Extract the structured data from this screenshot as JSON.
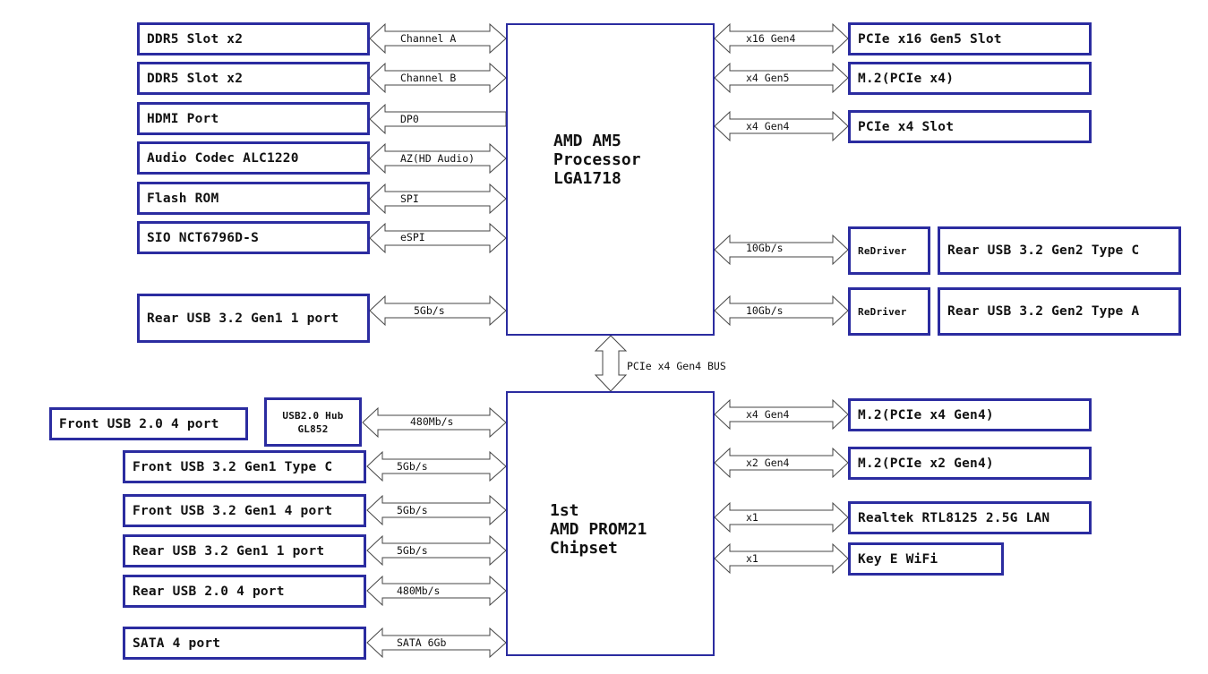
{
  "cpu": {
    "line1": "AMD AM5",
    "line2": "Processor",
    "line3": "LGA1718"
  },
  "chipset": {
    "line1": "1st",
    "line2": "AMD PROM21",
    "line3": "Chipset"
  },
  "bus_label": "PCIe x4 Gen4 BUS",
  "cpu_left": [
    {
      "box": "DDR5 Slot x2",
      "link": "Channel A"
    },
    {
      "box": "DDR5 Slot x2",
      "link": "Channel B"
    },
    {
      "box": "HDMI Port",
      "link": "DP0"
    },
    {
      "box": "Audio Codec ALC1220",
      "link": "AZ(HD Audio)"
    },
    {
      "box": "Flash ROM",
      "link": "SPI"
    },
    {
      "box": "SIO NCT6796D-S",
      "link": "eSPI"
    },
    {
      "box": "Rear USB 3.2 Gen1 1 port",
      "link": "5Gb/s"
    }
  ],
  "cpu_right": [
    {
      "box": "PCIe x16 Gen5 Slot",
      "link": "x16 Gen4"
    },
    {
      "box": "M.2(PCIe x4)",
      "link": "x4 Gen5"
    },
    {
      "box": "PCIe x4 Slot",
      "link": "x4 Gen4"
    },
    {
      "redriver": "ReDriver",
      "box": "Rear USB 3.2 Gen2 Type C",
      "link": "10Gb/s"
    },
    {
      "redriver": "ReDriver",
      "box": "Rear USB 3.2 Gen2 Type A",
      "link": "10Gb/s"
    }
  ],
  "chipset_left": [
    {
      "box": "Front USB 2.0 4 port",
      "hub_line1": "USB2.0 Hub",
      "hub_line2": "GL852",
      "link": "480Mb/s"
    },
    {
      "box": "Front USB 3.2 Gen1 Type C",
      "link": "5Gb/s"
    },
    {
      "box": "Front USB 3.2 Gen1 4 port",
      "link": "5Gb/s"
    },
    {
      "box": "Rear USB 3.2 Gen1 1 port",
      "link": "5Gb/s"
    },
    {
      "box": "Rear USB 2.0 4 port",
      "link": "480Mb/s"
    },
    {
      "box": "SATA 4 port",
      "link": "SATA 6Gb"
    }
  ],
  "chipset_right": [
    {
      "box": "M.2(PCIe x4 Gen4)",
      "link": "x4 Gen4"
    },
    {
      "box": "M.2(PCIe x2 Gen4)",
      "link": "x2 Gen4"
    },
    {
      "box": "Realtek RTL8125 2.5G LAN",
      "link": "x1"
    },
    {
      "box": "Key E WiFi",
      "link": "x1"
    }
  ]
}
